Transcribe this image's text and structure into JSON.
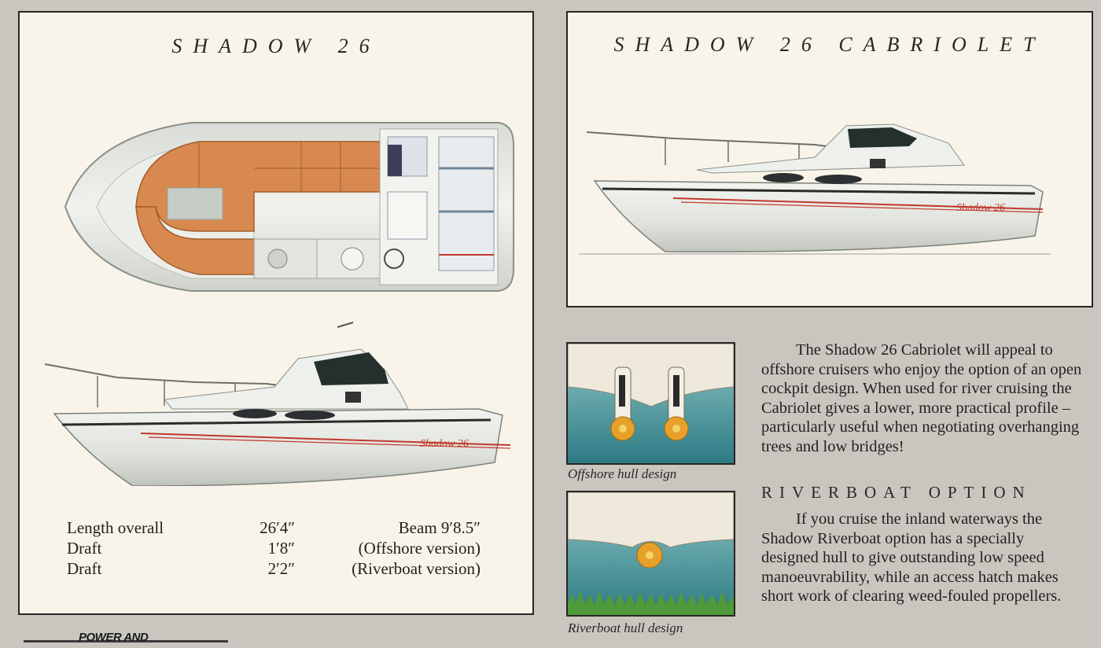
{
  "left_panel": {
    "title": "SHADOW 26",
    "boat_decal": "Shadow 26",
    "specs": [
      {
        "label": "Length overall",
        "value": "26′4″",
        "note": "Beam 9′8.5″"
      },
      {
        "label": "Draft",
        "value": "1′8″",
        "note": "(Offshore version)"
      },
      {
        "label": "Draft",
        "value": "2′2″",
        "note": "(Riverboat version)"
      }
    ]
  },
  "right_panel": {
    "title": "SHADOW 26 CABRIOLET",
    "boat_decal": "Shadow 26"
  },
  "hull_diagrams": {
    "offshore_caption": "Offshore hull design",
    "riverboat_caption": "Riverboat hull design"
  },
  "description": {
    "cabriolet_text": "The Shadow 26 Cabriolet will appeal to offshore cruisers who enjoy the option of an open cockpit design. When used for river cruising the Cabriolet gives a lower, more practical profile – particularly useful when negotiating overhanging trees and low bridges!",
    "riverboat_heading": "RIVERBOAT OPTION",
    "riverboat_text": "If you cruise the inland waterways the Shadow Riverboat option has a specially designed hull to give outstanding low speed manoeuvrability, while an access hatch makes short work of clearing weed-fouled propellers."
  },
  "logo": {
    "text": "POWER AND"
  },
  "colors": {
    "page_bg": "#c9c6c0",
    "panel_bg": "#f8f4ea",
    "upholstery": "#d8894f",
    "stripe_red": "#c0392b",
    "water": "#3b8f8a",
    "propeller": "#e7a12a"
  }
}
